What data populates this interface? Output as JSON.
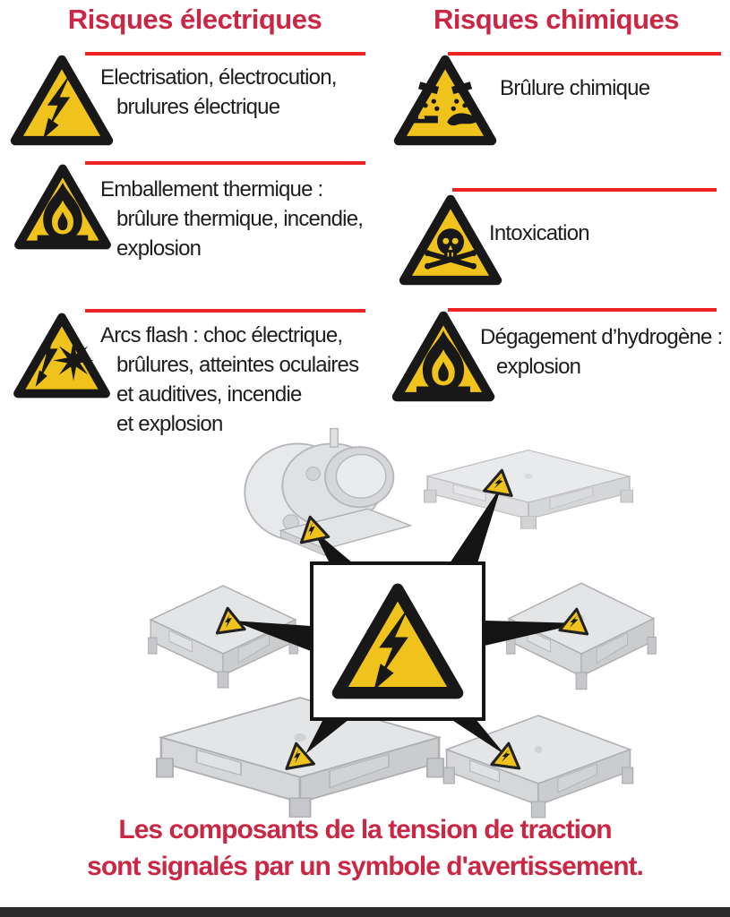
{
  "colors": {
    "heading_red": "#cb2745",
    "rule_red": "#ee2424",
    "caption_red": "#cb2745",
    "warning_yellow": "#f0c31c",
    "warning_black": "#181818",
    "component_gray": "#d9dadc",
    "footer_bar": "#2b2b2b"
  },
  "columns": {
    "electrical": {
      "title": "Risques électriques",
      "items": [
        {
          "icon": "high-voltage-warning-icon",
          "text": "Electrisation, électrocution,\nbrulures électrique"
        },
        {
          "icon": "flammable-warning-icon",
          "text": "Emballement thermique :\nbrûlure thermique, incendie,\nexplosion"
        },
        {
          "icon": "arc-flash-warning-icon",
          "text": "Arcs flash : choc électrique,\nbrûlures, atteintes oculaires\net auditives, incendie\net explosion"
        }
      ]
    },
    "chemical": {
      "title": "Risques chimiques",
      "items": [
        {
          "icon": "corrosive-warning-icon",
          "text": "Brûlure chimique"
        },
        {
          "icon": "toxic-warning-icon",
          "text": "Intoxication"
        },
        {
          "icon": "flammable-warning-icon",
          "text": "Dégagement d’hydrogène :\nexplosion"
        }
      ]
    }
  },
  "illustration": {
    "center_symbol_icon": "high-voltage-warning-icon",
    "sticker_icon": "high-voltage-warning-mini-icon",
    "component_icons": [
      "electric-motor",
      "power-module",
      "junction-box-left",
      "junction-box-right",
      "battery-pack",
      "converter-box"
    ]
  },
  "caption": "Les composants de la tension de traction\nsont signalés par un symbole d'avertissement."
}
